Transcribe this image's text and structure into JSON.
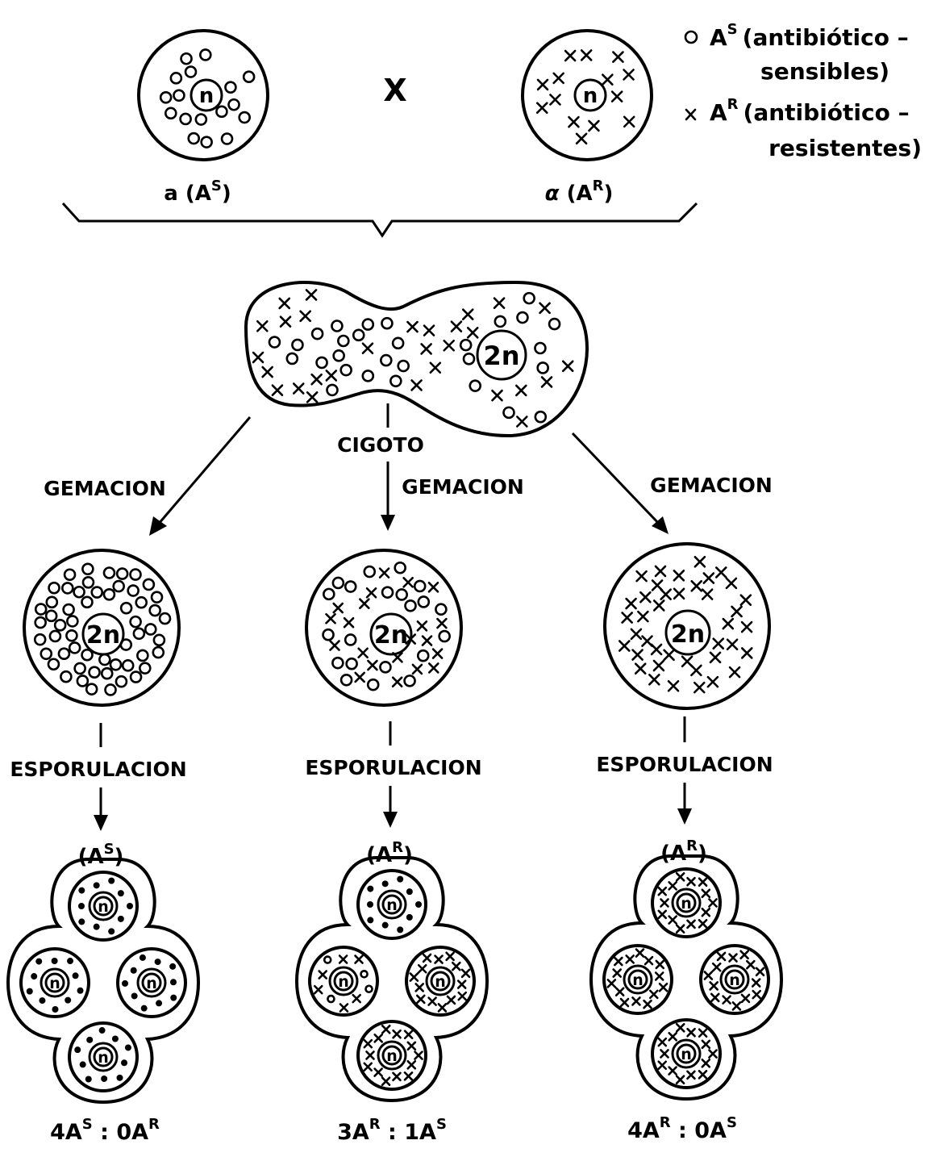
{
  "parents": {
    "left_label_prefix": "a",
    "left_label_allele": "A",
    "left_label_sup": "S",
    "cross": "X",
    "right_label_prefix": "α",
    "right_label_allele": "A",
    "right_label_sup": "R",
    "haploid_nucleus": "n"
  },
  "legend": {
    "sensitive_symbol": "o",
    "sensitive_allele": "A",
    "sensitive_sup": "S",
    "sensitive_line1": "(antibiótico –",
    "sensitive_line2": "sensibles)",
    "resistant_symbol": "x",
    "resistant_allele": "A",
    "resistant_sup": "R",
    "resistant_line1": "(antibiótico –",
    "resistant_line2": "resistentes)"
  },
  "zygote": {
    "nucleus": "2n",
    "label": "CIGOTO"
  },
  "branches": [
    {
      "budding_label": "GEMACION",
      "diploid_nucleus": "2n",
      "sporulation_label": "ESPORULACION",
      "phenotype_allele": "A",
      "phenotype_sup": "S",
      "spore_nucleus": "n",
      "ratio": [
        {
          "text": "4A",
          "sup": "S"
        },
        {
          "text": " : 0A",
          "sup": "R"
        }
      ]
    },
    {
      "budding_label": "GEMACION",
      "diploid_nucleus": "2n",
      "sporulation_label": "ESPORULACION",
      "phenotype_allele": "A",
      "phenotype_sup": "R",
      "spore_nucleus": "n",
      "ratio": [
        {
          "text": "3A",
          "sup": "R"
        },
        {
          "text": " : 1A",
          "sup": "S"
        }
      ]
    },
    {
      "budding_label": "GEMACION",
      "diploid_nucleus": "2n",
      "sporulation_label": "ESPORULACION",
      "phenotype_allele": "A",
      "phenotype_sup": "R",
      "spore_nucleus": "n",
      "ratio": [
        {
          "text": "4A",
          "sup": "R"
        },
        {
          "text": " : 0A",
          "sup": "S"
        }
      ]
    }
  ]
}
